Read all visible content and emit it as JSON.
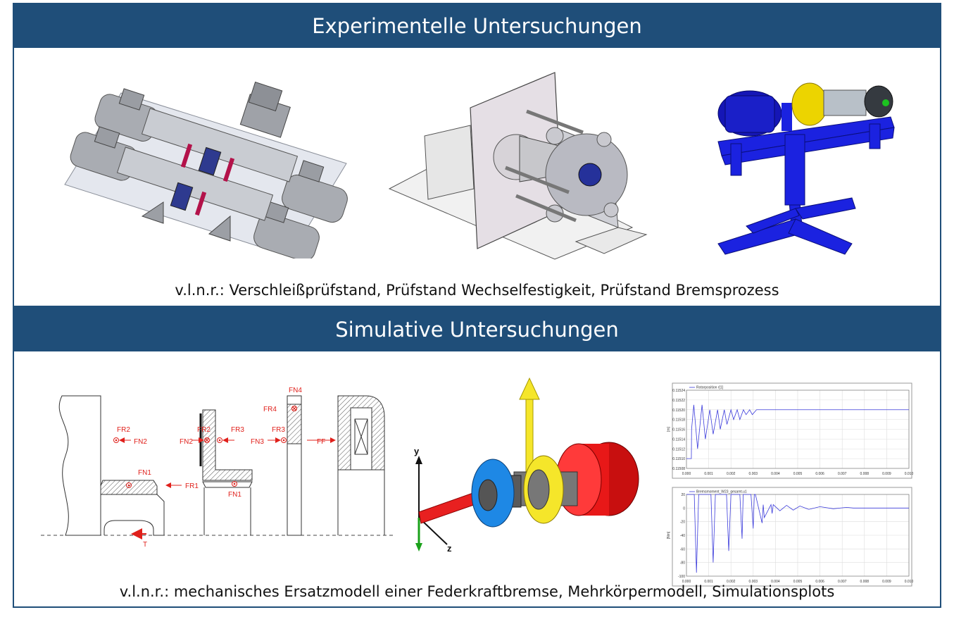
{
  "sections": {
    "experimental": {
      "title": "Experimentelle Untersuchungen",
      "caption": "v.l.n.r.: Verschleißprüfstand, Prüfstand Wechselfestigkeit, Prüfstand Bremsprozess"
    },
    "simulative": {
      "title": "Simulative Untersuchungen",
      "caption": "v.l.n.r.: mechanisches Ersatzmodell einer Federkraftbremse, Mehrkörpermodell, Simulationsplots"
    }
  },
  "force_model": {
    "labels": {
      "fr2": "FR2",
      "fn2": "FN2",
      "fn1": "FN1",
      "fr1": "FR1",
      "t": "T",
      "fr2b": "FR2",
      "fr3": "FR3",
      "fn2b": "FN2",
      "fn3": "FN3",
      "fn1b": "FN1",
      "fn4": "FN4",
      "fr4": "FR4",
      "fr3b": "FR3",
      "ff": "FF"
    },
    "colors": {
      "force": "#e0201b"
    }
  },
  "mbs_model": {
    "axis_y": "y",
    "axis_z": "z",
    "colors": {
      "disc_blue": "#1e88e5",
      "disc_yellow": "#f5e62a",
      "drum_red": "#e81818",
      "hub_gray": "#777777",
      "shaft_red": "#e82020",
      "axis_green": "#1aa11a"
    }
  },
  "chart_data": [
    {
      "type": "line",
      "title": "Rotorposition r[1]",
      "ylabel": "[m]",
      "xlim": [
        0.0,
        0.01
      ],
      "ylim": [
        0.11508,
        0.11524
      ],
      "x_ticks": [
        "0.000",
        "0.001",
        "0.002",
        "0.003",
        "0.004",
        "0.005",
        "0.006",
        "0.007",
        "0.008",
        "0.009",
        "0.010"
      ],
      "y_ticks": [
        "0.11508",
        "0.11510",
        "0.11512",
        "0.11514",
        "0.11516",
        "0.11518",
        "0.11520",
        "0.11522",
        "0.11524"
      ],
      "series": [
        {
          "name": "Rotorposition r[1]",
          "x": [
            0.0,
            0.00022,
            0.00023,
            0.00033,
            0.0005,
            0.0007,
            0.00085,
            0.00105,
            0.0012,
            0.0014,
            0.00152,
            0.0017,
            0.00182,
            0.002,
            0.00212,
            0.00228,
            0.0024,
            0.00256,
            0.00268,
            0.00284,
            0.00296,
            0.00315,
            0.0034,
            0.004,
            0.01
          ],
          "y": [
            0.1151,
            0.1151,
            0.11516,
            0.11521,
            0.11512,
            0.11521,
            0.11514,
            0.1152,
            0.11515,
            0.1152,
            0.11516,
            0.1152,
            0.11517,
            0.1152,
            0.11518,
            0.1152,
            0.11518,
            0.1152,
            0.11519,
            0.1152,
            0.11519,
            0.1152,
            0.1152,
            0.1152,
            0.1152
          ]
        }
      ],
      "grid": true,
      "legend": "top-left"
    },
    {
      "type": "line",
      "title": "Bremsmoment_W23_gesamt.u1",
      "ylabel": "[Nm]",
      "xlim": [
        0.0,
        0.01
      ],
      "ylim": [
        -100,
        20
      ],
      "x_ticks": [
        "0.000",
        "0.001",
        "0.002",
        "0.003",
        "0.004",
        "0.005",
        "0.006",
        "0.007",
        "0.008",
        "0.009",
        "0.010"
      ],
      "y_ticks": [
        "20",
        "0",
        "-20",
        "-40",
        "-60",
        "-80",
        "-100"
      ],
      "series": [
        {
          "name": "Bremsmoment_W23_gesamt.u1",
          "x": [
            0.0,
            0.00025,
            0.00035,
            0.00045,
            0.00055,
            0.00095,
            0.0011,
            0.0012,
            0.0013,
            0.00145,
            0.0018,
            0.0019,
            0.002,
            0.0021,
            0.0024,
            0.0025,
            0.00255,
            0.0026,
            0.0029,
            0.003,
            0.00305,
            0.0031,
            0.0034,
            0.00345,
            0.0035,
            0.0038,
            0.00385,
            0.0039,
            0.0042,
            0.0045,
            0.0048,
            0.0051,
            0.0055,
            0.006,
            0.0066,
            0.0072,
            0.0075,
            0.01
          ],
          "y": [
            20,
            20,
            20,
            -95,
            20,
            20,
            20,
            -80,
            20,
            20,
            20,
            -63,
            20,
            20,
            20,
            -45,
            20,
            20,
            20,
            -30,
            20,
            20,
            -22,
            5,
            -14,
            5,
            -8,
            5,
            -4,
            4,
            -3,
            3,
            -2,
            2,
            -1,
            1,
            0,
            0
          ]
        }
      ],
      "grid": true,
      "legend": "top-left"
    }
  ]
}
